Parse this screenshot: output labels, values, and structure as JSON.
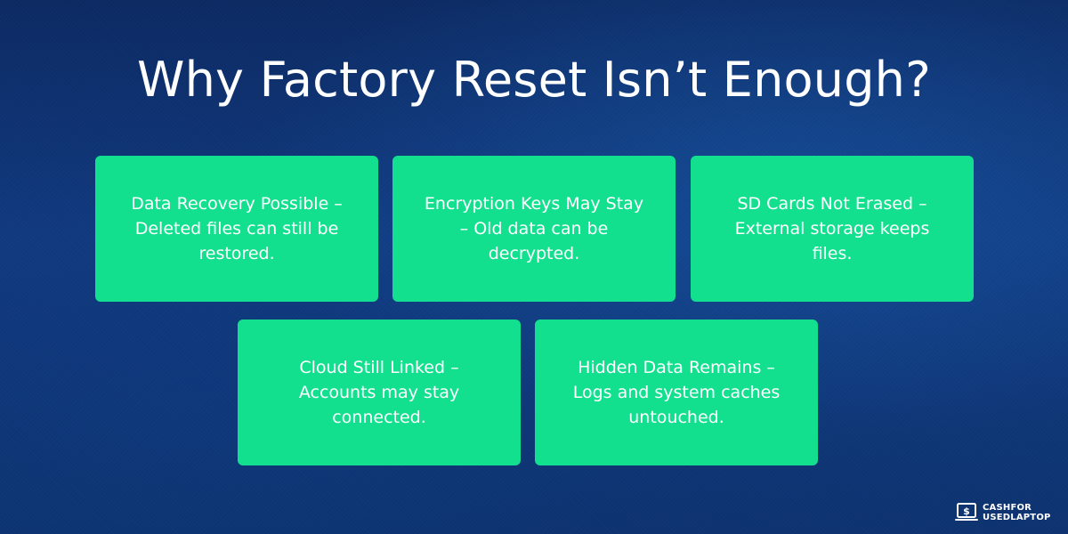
{
  "title": "Why Factory Reset Isn’t Enough?",
  "cards": [
    {
      "text": "Data Recovery Possible – Deleted files can still be restored."
    },
    {
      "text": "Encryption Keys May Stay – Old data can be decrypted."
    },
    {
      "text": "SD Cards Not Erased – External storage keeps files."
    },
    {
      "text": "Cloud Still Linked – Accounts may stay connected."
    },
    {
      "text": "Hidden Data Remains – Logs and system caches untouched."
    }
  ],
  "logo": {
    "line1": "CASHFOR",
    "line2": "USEDLAPTOP",
    "icon": "laptop-dollar-icon"
  },
  "colors": {
    "background": "#0e3576",
    "card": "#12e08f",
    "text": "#ffffff"
  }
}
